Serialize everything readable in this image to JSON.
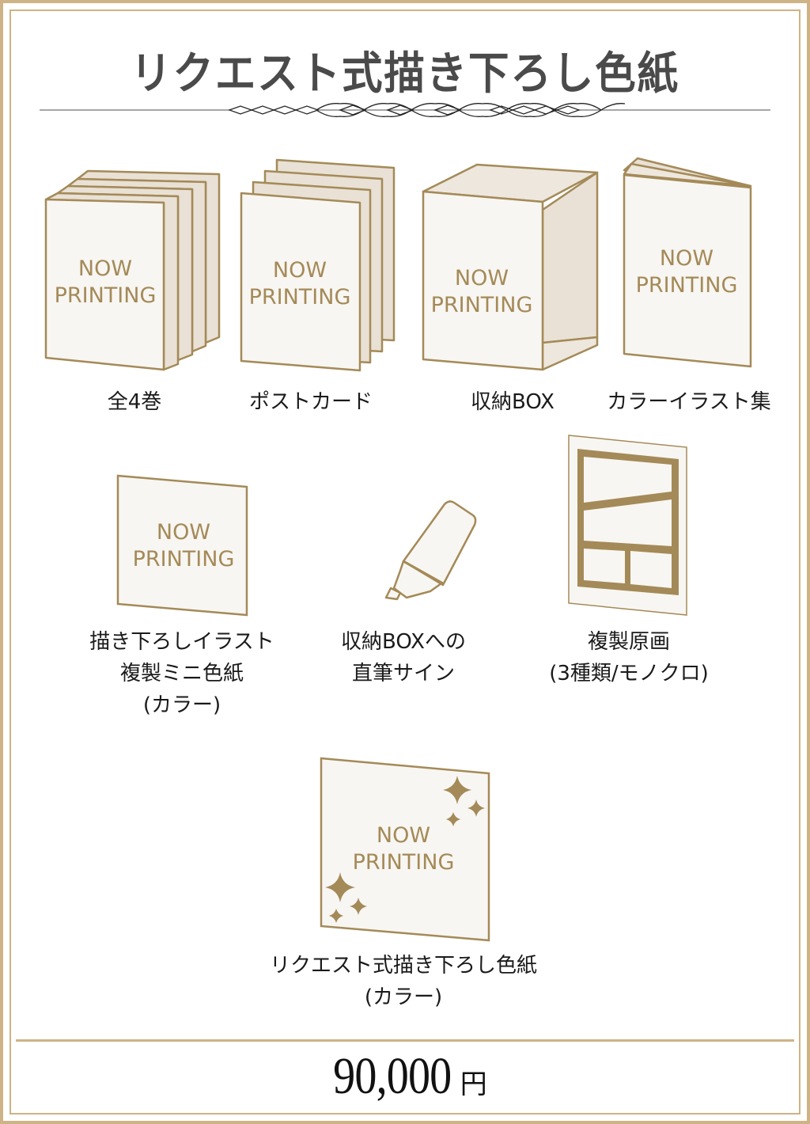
{
  "title": "リクエスト式描き下ろし色紙",
  "colors": {
    "frame": "#cdb386",
    "gold": "#a48a58",
    "paper": "#f8f6f2",
    "paper_shade": "#e9e1d5",
    "text": "#1a1a1a",
    "title": "#4a4a4a"
  },
  "placeholder_text": {
    "line1": "NOW",
    "line2": "PRINTING"
  },
  "items": [
    {
      "id": "books",
      "icon": "book-set-icon",
      "label_lines": [
        "全4巻"
      ]
    },
    {
      "id": "postcards",
      "icon": "postcard-stack-icon",
      "label_lines": [
        "ポストカード"
      ]
    },
    {
      "id": "storage-box",
      "icon": "storage-box-icon",
      "label_lines": [
        "収納BOX"
      ]
    },
    {
      "id": "color-illustrations",
      "icon": "booklet-icon",
      "label_lines": [
        "カラーイラスト集"
      ]
    },
    {
      "id": "mini-shikishi",
      "icon": "mini-shikishi-icon",
      "label_lines": [
        "描き下ろしイラスト",
        "複製ミニ色紙",
        "(カラー)"
      ]
    },
    {
      "id": "autograph",
      "icon": "marker-pen-icon",
      "label_lines": [
        "収納BOXへの",
        "直筆サイン"
      ]
    },
    {
      "id": "original-art",
      "icon": "manga-panel-icon",
      "label_lines": [
        "複製原画",
        "(3種類/モノクロ)"
      ]
    },
    {
      "id": "request-shikishi",
      "icon": "sparkle-shikishi-icon",
      "label_lines": [
        "リクエスト式描き下ろし色紙",
        "(カラー)"
      ]
    }
  ],
  "price": {
    "amount": "90,000",
    "unit": "円"
  }
}
